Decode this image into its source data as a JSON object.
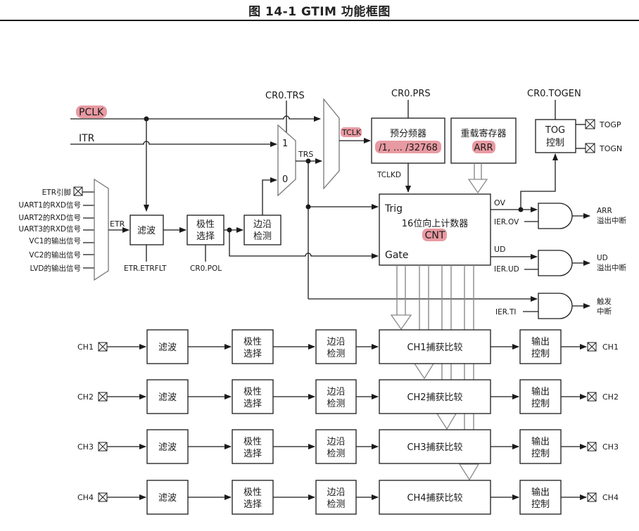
{
  "title": "图 14-1    GTIM 功能框图",
  "colors": {
    "highlight": "#e89aa2",
    "line": "#1a1a1a",
    "bus": "#8a8a8a"
  },
  "signals": {
    "pclk": "PCLK",
    "itr": "ITR",
    "cr0_trs": "CR0.TRS",
    "mux_in1": "1",
    "mux_in0": "0",
    "trs": "TRS",
    "tclk": "TCLK",
    "tclkd": "TCLKD",
    "etr": "ETR",
    "etr_etrflt": "ETR.ETRFLT",
    "cr0_pol": "CR0.POL",
    "cr0_prs": "CR0.PRS",
    "cr0_togen": "CR0.TOGEN",
    "togp": "TOGP",
    "togn": "TOGN",
    "ov": "OV",
    "ud": "UD",
    "ier_ov": "IER.OV",
    "ier_ud": "IER.UD",
    "ier_ti": "IER.TI"
  },
  "etr_sources": [
    "ETR引脚",
    "UART1的RXD信号",
    "UART2的RXD信号",
    "UART3的RXD信号",
    "VC1的输出信号",
    "VC2的输出信号",
    "LVD的输出信号"
  ],
  "blocks": {
    "etr_filter": "滤波",
    "polarity": [
      "极性",
      "选择"
    ],
    "edge_detect": [
      "边沿",
      "检测"
    ],
    "prescaler": {
      "label": "预分频器",
      "range": "/1, … /32768"
    },
    "reload": {
      "label": "重载寄存器",
      "reg": "ARR"
    },
    "tog": [
      "TOG",
      "控制"
    ],
    "counter": {
      "trig": "Trig",
      "gate": "Gate",
      "label": "16位向上计数器",
      "reg": "CNT"
    }
  },
  "interrupts": {
    "arr": [
      "ARR",
      "溢出中断"
    ],
    "ud": [
      "UD",
      "溢出中断"
    ],
    "trigger": [
      "触发",
      "中断"
    ]
  },
  "channels": [
    {
      "name": "CH1",
      "filter": "滤波",
      "polarity": [
        "极性",
        "选择"
      ],
      "edge": [
        "边沿",
        "检测"
      ],
      "capture": "CH1捕获比较",
      "output": [
        "输出",
        "控制"
      ],
      "out_pin": "CH1"
    },
    {
      "name": "CH2",
      "filter": "滤波",
      "polarity": [
        "极性",
        "选择"
      ],
      "edge": [
        "边沿",
        "检测"
      ],
      "capture": "CH2捕获比较",
      "output": [
        "输出",
        "控制"
      ],
      "out_pin": "CH2"
    },
    {
      "name": "CH3",
      "filter": "滤波",
      "polarity": [
        "极性",
        "选择"
      ],
      "edge": [
        "边沿",
        "检测"
      ],
      "capture": "CH3捕获比较",
      "output": [
        "输出",
        "控制"
      ],
      "out_pin": "CH3"
    },
    {
      "name": "CH4",
      "filter": "滤波",
      "polarity": [
        "极性",
        "选择"
      ],
      "edge": [
        "边沿",
        "检测"
      ],
      "capture": "CH4捕获比较",
      "output": [
        "输出",
        "控制"
      ],
      "out_pin": "CH4"
    }
  ]
}
